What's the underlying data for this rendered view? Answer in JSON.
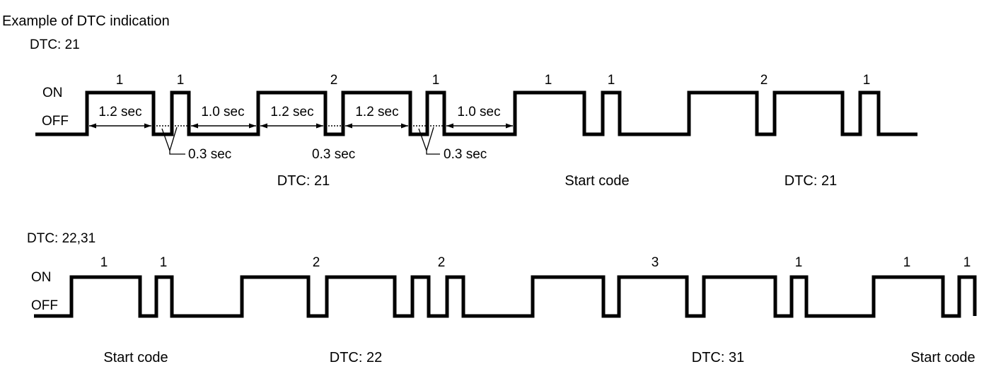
{
  "title": "Example of DTC indication",
  "diagram1": {
    "heading": "DTC: 21",
    "on_label": "ON",
    "off_label": "OFF",
    "counts": [
      "1",
      "1",
      "2",
      "1",
      "1",
      "1",
      "2",
      "1"
    ],
    "timings": [
      "1.2 sec",
      "1.0 sec",
      "1.2 sec",
      "1.2 sec",
      "1.0 sec"
    ],
    "short_gaps": [
      "0.3 sec",
      "0.3 sec",
      "0.3 sec"
    ],
    "groups": [
      "DTC: 21",
      "Start code",
      "DTC: 21"
    ]
  },
  "diagram2": {
    "heading": "DTC: 22,31",
    "on_label": "ON",
    "off_label": "OFF",
    "counts": [
      "1",
      "1",
      "2",
      "2",
      "3",
      "1",
      "1",
      "1"
    ],
    "groups": [
      "Start code",
      "DTC: 22",
      "DTC: 31",
      "Start code"
    ]
  }
}
